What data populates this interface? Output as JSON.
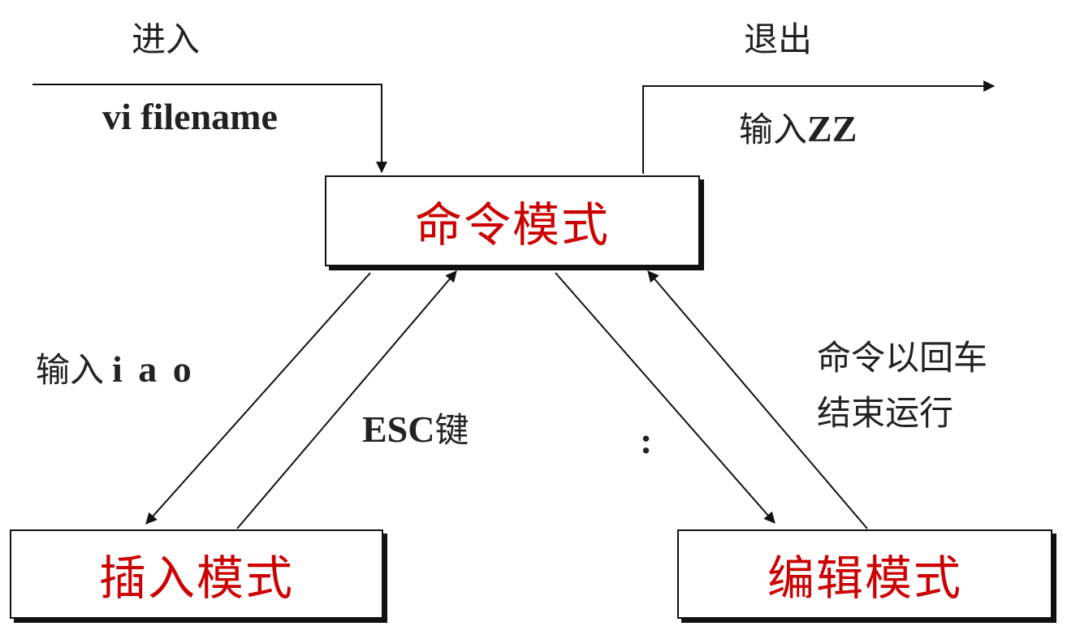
{
  "colors": {
    "mode_text": "#cc0000",
    "line": "#111111",
    "text": "#222222"
  },
  "labels": {
    "enter": "进入",
    "enter_command": "vi filename",
    "exit": "退出",
    "exit_prefix": "输入",
    "exit_key": "ZZ",
    "insert_prefix": "输入",
    "insert_keys": "i a o",
    "esc_key": "ESC",
    "esc_suffix": "键",
    "colon": ":",
    "edit_note_line1": "命令以回车",
    "edit_note_line2": "结束运行"
  },
  "modes": {
    "command": "命令模式",
    "insert": "插入模式",
    "edit": "编辑模式"
  }
}
